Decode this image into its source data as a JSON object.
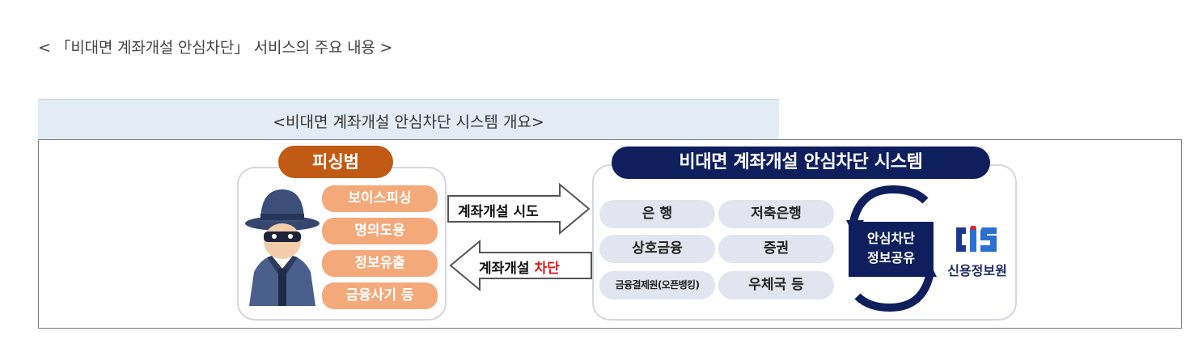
{
  "page": {
    "title": "< 「비대면 계좌개설 안심차단」 서비스의 주요 내용 >"
  },
  "figure": {
    "caption": "<비대면 계좌개설 안심차단 시스템 개요>",
    "phishing": {
      "title": "피싱범",
      "items": [
        "보이스피싱",
        "명의도용",
        "정보유출",
        "금융사기 등"
      ],
      "icon": "hacker-icon"
    },
    "arrows": {
      "attempt": "계좌개설 시도",
      "block_prefix": "계좌개설 ",
      "block_word": "차단"
    },
    "system": {
      "title": "비대면 계좌개설 안심차단 시스템",
      "institutions": [
        "은 행",
        "저축은행",
        "상호금융",
        "증권",
        "금융결제원(오픈뱅킹)",
        "우체국 등"
      ],
      "center_line1": "안심차단",
      "center_line2": "정보공유",
      "agency_name": "신용정보원",
      "agency_logo": "CIS"
    },
    "colors": {
      "phishing_accent": "#c15a14",
      "phishing_item": "#f4a97a",
      "system_accent": "#0f1f5e",
      "block_text": "#e01b1b",
      "caption_bg": "#e3ebf5"
    }
  }
}
